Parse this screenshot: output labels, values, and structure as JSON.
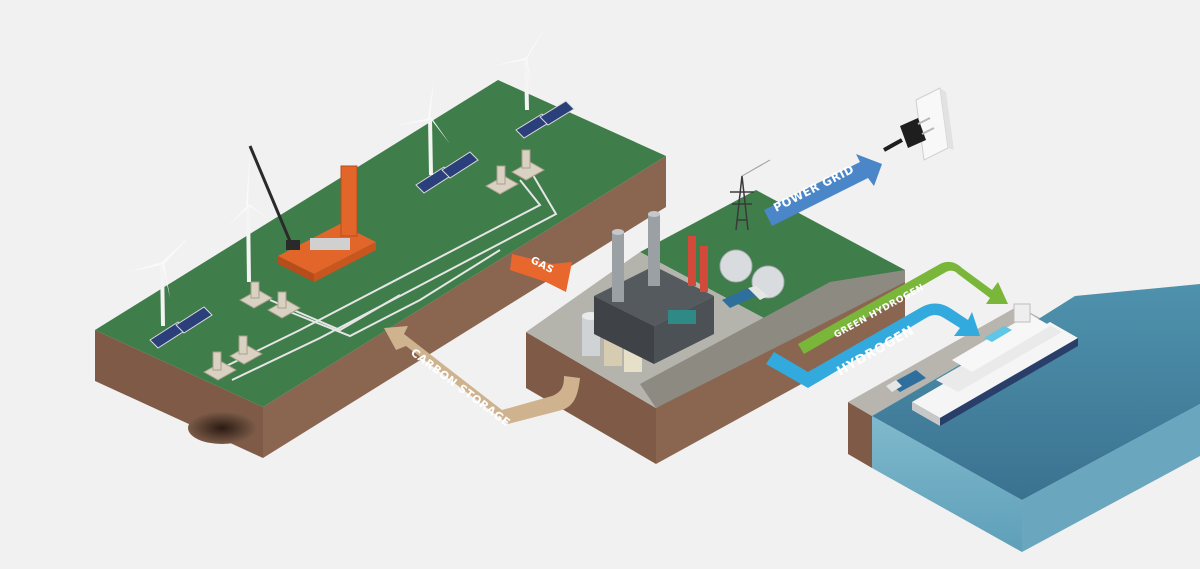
{
  "labels": {
    "power_grid": "POWER GRID",
    "gas": "GAS",
    "carbon_storage": "CARBON STORAGE",
    "green_hydrogen": "GREEN HYDROGEN",
    "hydrogen": "HYDROGEN"
  },
  "colors": {
    "background": "#f1f1f1",
    "grass": "#3e7b4a",
    "soil": "#8a6651",
    "power_grid_arrow": "#4a86c8",
    "gas_arrow": "#e8672d",
    "carbon_storage_arrow": "#cfb38f",
    "green_hydrogen_arrow": "#7ab63a",
    "hydrogen_arrow": "#33aadd",
    "sea": "#3f7f9b"
  }
}
